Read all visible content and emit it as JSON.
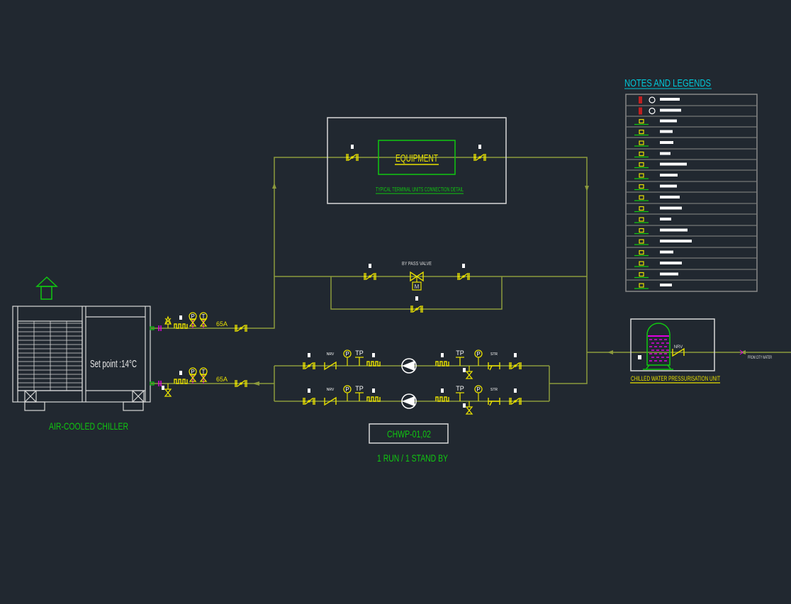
{
  "colors": {
    "background": "#212830",
    "pipe": "#8c9a3c",
    "valve": "#e8e000",
    "equipment": "#10c810",
    "frame": "#d8d8d8",
    "legend_title": "#00c8d8",
    "tank_fill": "#e000e0"
  },
  "equipment": {
    "label": "EQUIPMENT",
    "caption": "TYPICAL TERMINAL UNITS CONNECTION DETAIL"
  },
  "bypass": {
    "label": "BY PASS VALVE",
    "actuator": "M"
  },
  "chiller": {
    "label": "AIR-COOLED CHILLER",
    "setpoint": "Set point :14°C",
    "supply_size": "65A",
    "return_size": "65A",
    "gauge_p": "P",
    "gauge_t": "T"
  },
  "pumps": {
    "tag": "CHWP-01,02",
    "note": "1 RUN / 1 STAND BY",
    "tp": "TP",
    "p": "P",
    "nrv": "NRV",
    "str": "STR"
  },
  "pressurisation": {
    "label": "CHILLED WATER PRESSURISATION UNIT",
    "nrv": "NRV",
    "from": "FROM CITY WATER"
  },
  "legend": {
    "title": "NOTES AND LEGENDS"
  }
}
